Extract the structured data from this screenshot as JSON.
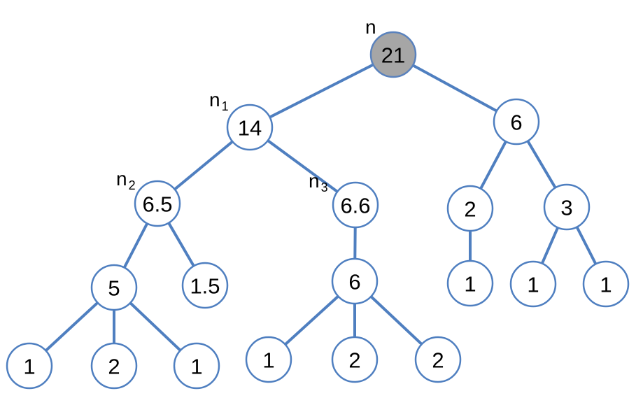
{
  "tree": {
    "nodes": [
      {
        "id": "r",
        "value": "21",
        "tag": "n",
        "tag_sub": "",
        "highlighted": true
      },
      {
        "id": "a",
        "value": "14",
        "tag": "n",
        "tag_sub": "1"
      },
      {
        "id": "b",
        "value": "6",
        "tag": "",
        "tag_sub": ""
      },
      {
        "id": "a1",
        "value": "6.5",
        "tag": "n",
        "tag_sub": "2"
      },
      {
        "id": "a2",
        "value": "6.6",
        "tag": "n",
        "tag_sub": "3"
      },
      {
        "id": "b1",
        "value": "2",
        "tag": "",
        "tag_sub": ""
      },
      {
        "id": "b2",
        "value": "3",
        "tag": "",
        "tag_sub": ""
      },
      {
        "id": "a1a",
        "value": "5",
        "tag": "",
        "tag_sub": ""
      },
      {
        "id": "a1b",
        "value": "1.5",
        "tag": "",
        "tag_sub": ""
      },
      {
        "id": "a2a",
        "value": "6",
        "tag": "",
        "tag_sub": ""
      },
      {
        "id": "b1a",
        "value": "1",
        "tag": "",
        "tag_sub": ""
      },
      {
        "id": "b2a",
        "value": "1",
        "tag": "",
        "tag_sub": ""
      },
      {
        "id": "b2b",
        "value": "1",
        "tag": "",
        "tag_sub": ""
      },
      {
        "id": "a1a1",
        "value": "1",
        "tag": "",
        "tag_sub": ""
      },
      {
        "id": "a1a2",
        "value": "2",
        "tag": "",
        "tag_sub": ""
      },
      {
        "id": "a1a3",
        "value": "1",
        "tag": "",
        "tag_sub": ""
      },
      {
        "id": "a2a1",
        "value": "1",
        "tag": "",
        "tag_sub": ""
      },
      {
        "id": "a2a2",
        "value": "2",
        "tag": "",
        "tag_sub": ""
      },
      {
        "id": "a2a3",
        "value": "2",
        "tag": "",
        "tag_sub": ""
      }
    ],
    "edges": [
      [
        "r",
        "a"
      ],
      [
        "r",
        "b"
      ],
      [
        "a",
        "a1"
      ],
      [
        "a",
        "a2"
      ],
      [
        "b",
        "b1"
      ],
      [
        "b",
        "b2"
      ],
      [
        "a1",
        "a1a"
      ],
      [
        "a1",
        "a1b"
      ],
      [
        "a2",
        "a2a"
      ],
      [
        "b1",
        "b1a"
      ],
      [
        "b2",
        "b2a"
      ],
      [
        "b2",
        "b2b"
      ],
      [
        "a1a",
        "a1a1"
      ],
      [
        "a1a",
        "a1a2"
      ],
      [
        "a1a",
        "a1a3"
      ],
      [
        "a2a",
        "a2a1"
      ],
      [
        "a2a",
        "a2a2"
      ],
      [
        "a2a",
        "a2a3"
      ]
    ]
  },
  "colors": {
    "edge": "#4f7fc0",
    "node_border": "#4f7fc0",
    "node_fill": "#ffffff",
    "root_fill": "#a6a6a6"
  }
}
